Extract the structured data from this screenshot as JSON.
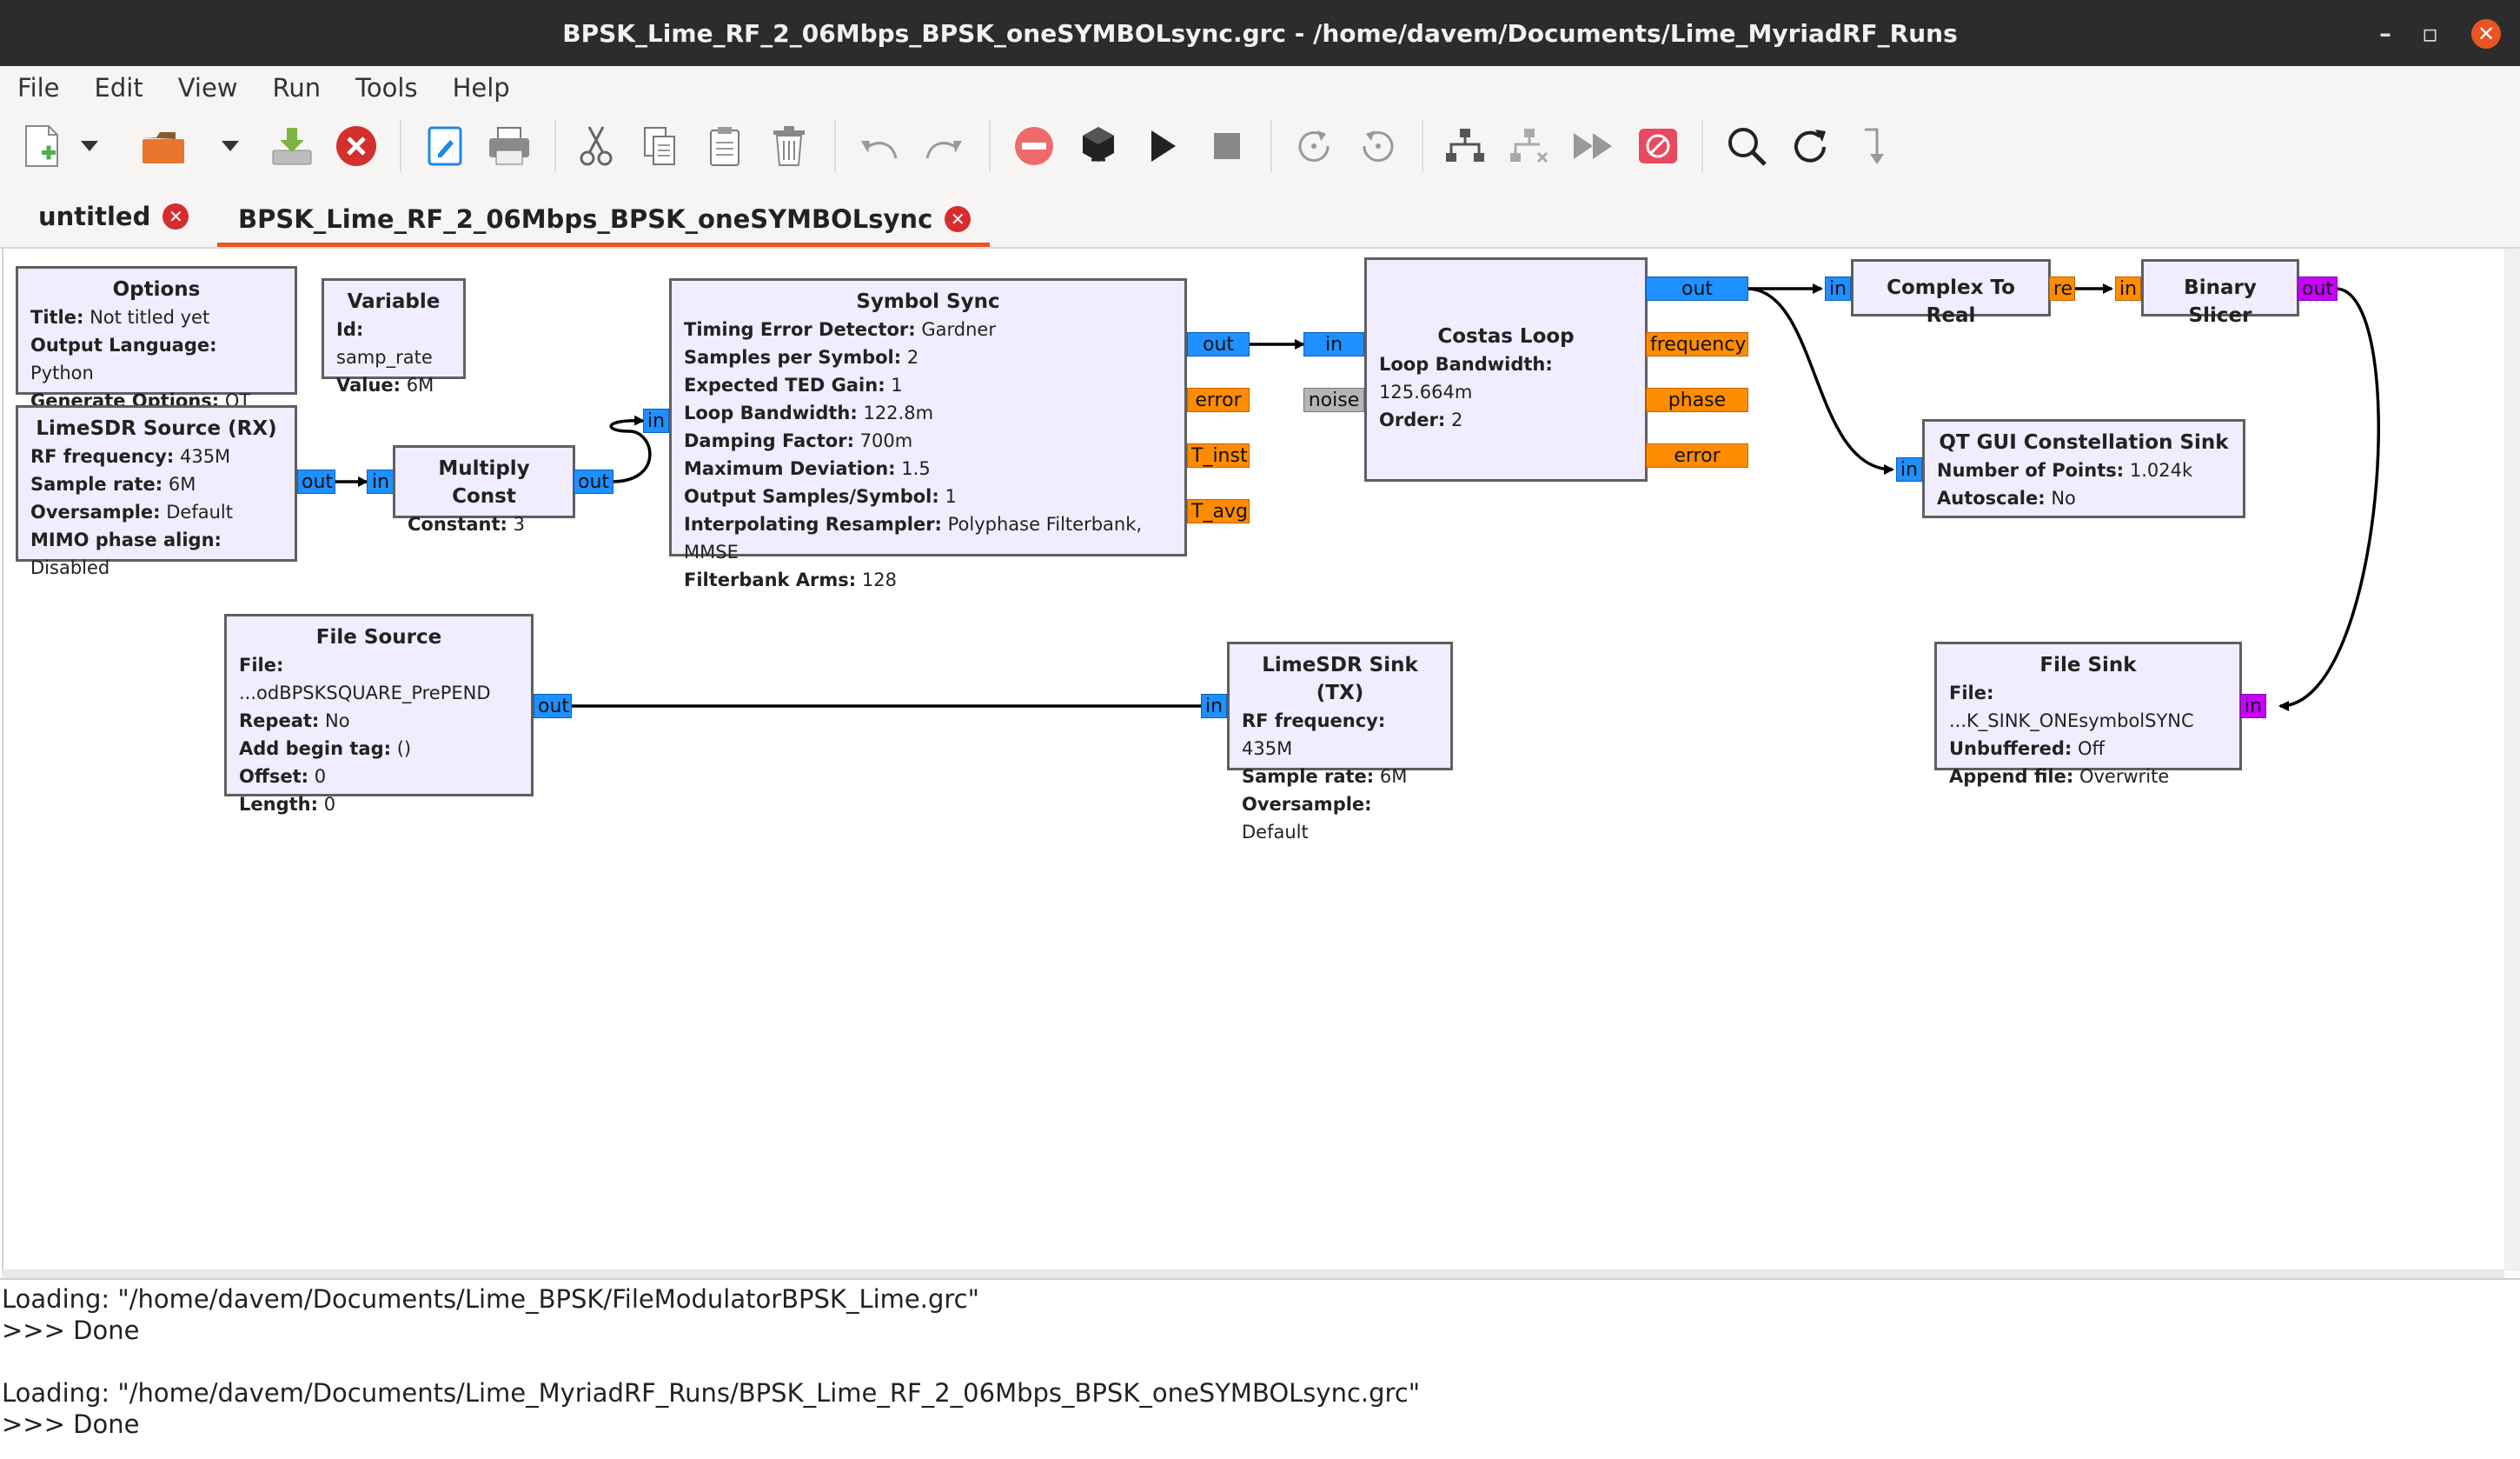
{
  "window": {
    "title": "BPSK_Lime_RF_2_06Mbps_BPSK_oneSYMBOLsync.grc - /home/davem/Documents/Lime_MyriadRF_Runs",
    "minimize_glyph": "–",
    "maximize_glyph": "▫",
    "close_glyph": "✕"
  },
  "menubar": [
    "File",
    "Edit",
    "View",
    "Run",
    "Tools",
    "Help"
  ],
  "toolbar": [
    {
      "name": "new-icon"
    },
    {
      "name": "new-dropdown-icon"
    },
    {
      "name": "open-icon"
    },
    {
      "name": "open-dropdown-icon"
    },
    {
      "name": "save-icon"
    },
    {
      "name": "close-icon"
    },
    {
      "name": "edit-icon"
    },
    {
      "name": "print-icon"
    },
    {
      "name": "cut-icon"
    },
    {
      "name": "copy-icon"
    },
    {
      "name": "paste-icon"
    },
    {
      "name": "delete-icon"
    },
    {
      "name": "undo-icon"
    },
    {
      "name": "redo-icon"
    },
    {
      "name": "disable-icon"
    },
    {
      "name": "generate-icon"
    },
    {
      "name": "execute-icon"
    },
    {
      "name": "stop-icon"
    },
    {
      "name": "rotate-ccw-icon"
    },
    {
      "name": "rotate-cw-icon"
    },
    {
      "name": "enable-block-icon"
    },
    {
      "name": "disable-block-icon"
    },
    {
      "name": "bypass-icon"
    },
    {
      "name": "kill-icon"
    },
    {
      "name": "find-icon"
    },
    {
      "name": "reload-icon"
    },
    {
      "name": "raise-icon"
    }
  ],
  "tabs": [
    {
      "label": "untitled",
      "active": false
    },
    {
      "label": "BPSK_Lime_RF_2_06Mbps_BPSK_oneSYMBOLsync",
      "active": true
    }
  ],
  "blocks": {
    "options": {
      "title": "Options",
      "props": [
        [
          "Title:",
          "Not titled yet"
        ],
        [
          "Output Language:",
          "Python"
        ],
        [
          "Generate Options:",
          "QT GUI"
        ]
      ]
    },
    "variable": {
      "title": "Variable",
      "props": [
        [
          "Id:",
          "samp_rate"
        ],
        [
          "Value:",
          "6M"
        ]
      ]
    },
    "lime_source": {
      "title": "LimeSDR Source (RX)",
      "props": [
        [
          "RF frequency:",
          "435M"
        ],
        [
          "Sample rate:",
          "6M"
        ],
        [
          "Oversample:",
          "Default"
        ],
        [
          "MIMO phase align:",
          "Disabled"
        ]
      ]
    },
    "multiply_const": {
      "title": "Multiply Const",
      "props": [
        [
          "Constant:",
          "3"
        ]
      ]
    },
    "symbol_sync": {
      "title": "Symbol Sync",
      "props": [
        [
          "Timing Error Detector:",
          "Gardner"
        ],
        [
          "Samples per Symbol:",
          "2"
        ],
        [
          "Expected TED Gain:",
          "1"
        ],
        [
          "Loop Bandwidth:",
          "122.8m"
        ],
        [
          "Damping Factor:",
          "700m"
        ],
        [
          "Maximum Deviation:",
          "1.5"
        ],
        [
          "Output Samples/Symbol:",
          "1"
        ],
        [
          "Interpolating Resampler:",
          "Polyphase Filterbank, MMSE"
        ],
        [
          "Filterbank Arms:",
          "128"
        ]
      ]
    },
    "costas_loop": {
      "title": "Costas Loop",
      "props": [
        [
          "Loop Bandwidth:",
          "125.664m"
        ],
        [
          "Order:",
          "2"
        ]
      ]
    },
    "complex_to_real": {
      "title": "Complex To Real",
      "props": []
    },
    "binary_slicer": {
      "title": "Binary Slicer",
      "props": []
    },
    "constellation_sink": {
      "title": "QT GUI Constellation Sink",
      "props": [
        [
          "Number of Points:",
          "1.024k"
        ],
        [
          "Autoscale:",
          "No"
        ]
      ]
    },
    "file_source": {
      "title": "File Source",
      "props": [
        [
          "File:",
          "...odBPSKSQUARE_PrePEND"
        ],
        [
          "Repeat:",
          "No"
        ],
        [
          "Add begin tag:",
          "()"
        ],
        [
          "Offset:",
          "0"
        ],
        [
          "Length:",
          "0"
        ]
      ]
    },
    "lime_sink": {
      "title": "LimeSDR Sink (TX)",
      "props": [
        [
          "RF frequency:",
          "435M"
        ],
        [
          "Sample rate:",
          "6M"
        ],
        [
          "Oversample:",
          "Default"
        ]
      ]
    },
    "file_sink": {
      "title": "File Sink",
      "props": [
        [
          "File:",
          "...K_SINK_ONEsymbolSYNC"
        ],
        [
          "Unbuffered:",
          "Off"
        ],
        [
          "Append file:",
          "Overwrite"
        ]
      ]
    }
  },
  "ports": {
    "src_out": "out",
    "mc_in": "in",
    "mc_out": "out",
    "ss_in": "in",
    "ss_out": "out",
    "ss_error": "error",
    "ss_tinst": "T_inst",
    "ss_tavg": "T_avg",
    "cl_in": "in",
    "cl_noise": "noise",
    "cl_out": "out",
    "cl_freq": "frequency",
    "cl_phase": "phase",
    "cl_error": "error",
    "ctr_in": "in",
    "ctr_out": "re",
    "bs_in": "in",
    "bs_out": "out",
    "cs_in": "in",
    "fs_out": "out",
    "ls_in": "in",
    "fk_in": "in"
  },
  "colors": {
    "block_fill": "#f1ecfe",
    "port_complex": "#1e90ff",
    "port_float": "#ff8c00",
    "port_byte": "#c800ff",
    "port_msg": "#b5b5b5",
    "tab_accent": "#e95420"
  },
  "console": [
    "Loading: \"/home/davem/Documents/Lime_BPSK/FileModulatorBPSK_Lime.grc\"",
    ">>> Done",
    "",
    "Loading: \"/home/davem/Documents/Lime_MyriadRF_Runs/BPSK_Lime_RF_2_06Mbps_BPSK_oneSYMBOLsync.grc\"",
    ">>> Done"
  ]
}
